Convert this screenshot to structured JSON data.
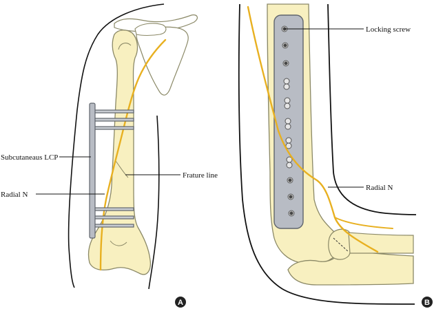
{
  "panel_a": {
    "letter": "A",
    "labels": {
      "plate": "Subcutaneaus LCP",
      "nerve": "Radial N",
      "fracture": "Frature line"
    }
  },
  "panel_b": {
    "letter": "B",
    "labels": {
      "screw": "Locking screw",
      "nerve": "Radial N"
    }
  },
  "colors": {
    "bone_fill": "#f8f0c0",
    "bone_stroke": "#8a8866",
    "nerve": "#e8b020",
    "plate_fill": "#b8bcc4",
    "plate_stroke": "#5f646c",
    "outline": "#111111"
  }
}
